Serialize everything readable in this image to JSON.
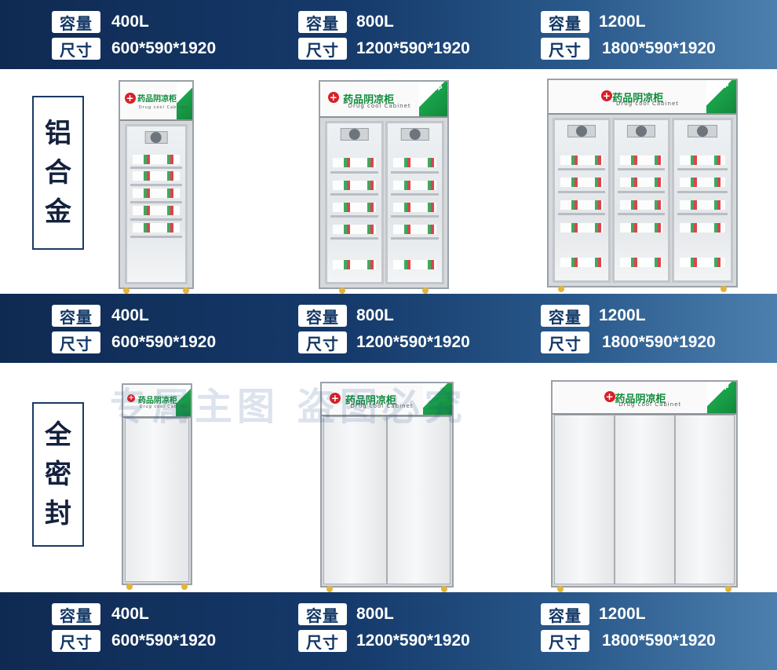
{
  "bands": [
    {
      "rows": [
        {
          "cap_label": "容量",
          "cap": [
            "400L",
            "800L",
            "1200L"
          ],
          "size_label": "尺寸",
          "size": [
            "600*590*1920",
            "1200*590*1920",
            "1800*590*1920"
          ]
        }
      ]
    },
    {
      "rows": [
        {
          "cap_label": "容量",
          "cap": [
            "400L",
            "800L",
            "1200L"
          ],
          "size_label": "尺寸",
          "size": [
            "600*590*1920",
            "1200*590*1920",
            "1800*590*1920"
          ]
        }
      ]
    },
    {
      "rows": [
        {
          "cap_label": "容量",
          "cap": [
            "400L",
            "800L",
            "1200L"
          ],
          "size_label": "尺寸",
          "size": [
            "600*590*1920",
            "1200*590*1920",
            "1800*590*1920"
          ]
        }
      ]
    }
  ],
  "side_labels": {
    "aluminum": [
      "铝",
      "合",
      "金"
    ],
    "sealed": [
      "全",
      "密",
      "封"
    ]
  },
  "cabinet": {
    "brand": "药品阴凉柜",
    "sub": "Drug cool Cabinet",
    "gsp": "GSP",
    "cross": "+"
  },
  "watermark": "专属主图 盗图必究",
  "colors": {
    "band": "#153a6b",
    "tag_text": "#123766",
    "green": "#12883b",
    "red": "#d91f26"
  }
}
